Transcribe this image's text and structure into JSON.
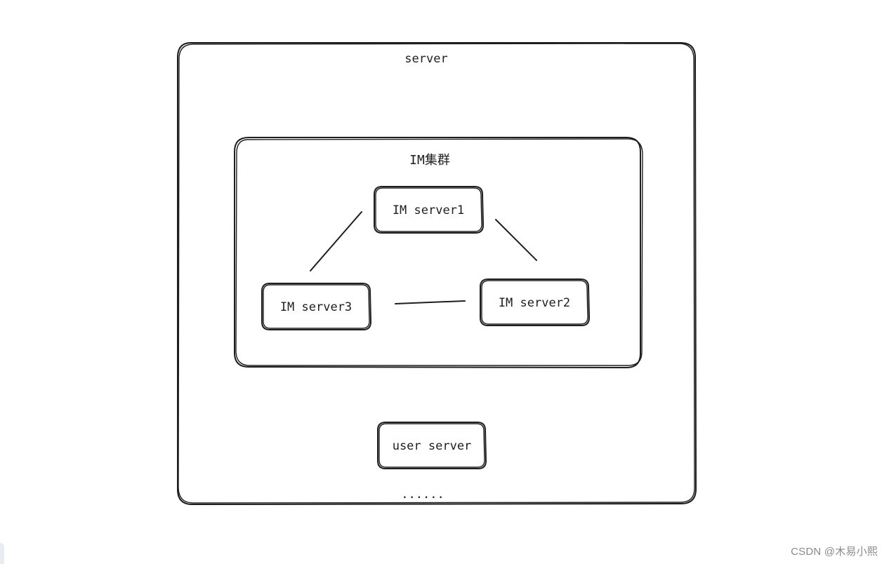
{
  "diagram": {
    "outer_container": {
      "label": "server"
    },
    "cluster": {
      "label": "IM集群"
    },
    "nodes": {
      "im_server1": {
        "label": "IM server1"
      },
      "im_server2": {
        "label": "IM server2"
      },
      "im_server3": {
        "label": "IM server3"
      },
      "user_server": {
        "label": "user server"
      }
    },
    "ellipsis": "......",
    "edges": [
      {
        "from": "IM server1",
        "to": "IM server3"
      },
      {
        "from": "IM server1",
        "to": "IM server2"
      },
      {
        "from": "IM server3",
        "to": "IM server2"
      }
    ]
  },
  "watermark": "CSDN @木易小熙",
  "colors": {
    "stroke": "#1e1e1e",
    "background": "#ffffff",
    "watermark": "#8a8a8a"
  }
}
